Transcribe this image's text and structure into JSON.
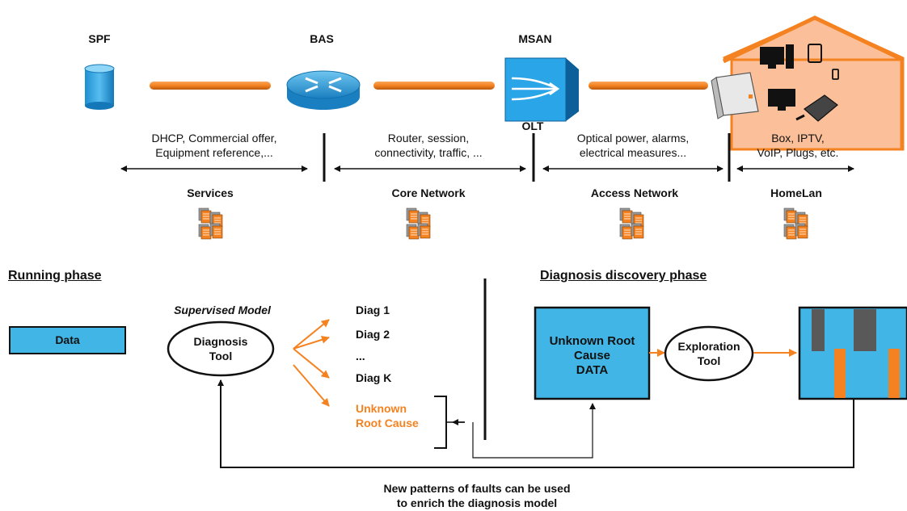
{
  "top": {
    "nodes": {
      "spf": "SPF",
      "bas": "BAS",
      "msan": "MSAN",
      "olt": "OLT"
    },
    "segments": [
      {
        "desc_line1": "DHCP, Commercial offer,",
        "desc_line2": "Equipment reference,...",
        "label": "Services"
      },
      {
        "desc_line1": "Router, session,",
        "desc_line2": "connectivity, traffic, ...",
        "label": "Core Network"
      },
      {
        "desc_line1": "Optical power, alarms,",
        "desc_line2": "electrical measures...",
        "label": "Access Network"
      },
      {
        "desc_line1": "Box, IPTV,",
        "desc_line2": "VoIP, Plugs, etc.",
        "label": "HomeLan"
      }
    ]
  },
  "running": {
    "heading": "Running phase",
    "data_box": "Data",
    "model_label": "Supervised Model",
    "tool_line1": "Diagnosis",
    "tool_line2": "Tool",
    "outputs": [
      "Diag 1",
      "Diag 2",
      "...",
      "Diag K"
    ],
    "unknown_line1": "Unknown",
    "unknown_line2": "Root Cause"
  },
  "discovery": {
    "heading": "Diagnosis discovery phase",
    "box_line1": "Unknown Root",
    "box_line2": "Cause",
    "box_line3": "DATA",
    "tool_line1": "Exploration",
    "tool_line2": "Tool"
  },
  "footer": {
    "line1": "New patterns of faults can be used",
    "line2": "to enrich the diagnosis model"
  },
  "colors": {
    "orange": "#f58220",
    "blue": "#41b6e6",
    "gray": "#595959",
    "house": "#fbc09a"
  }
}
